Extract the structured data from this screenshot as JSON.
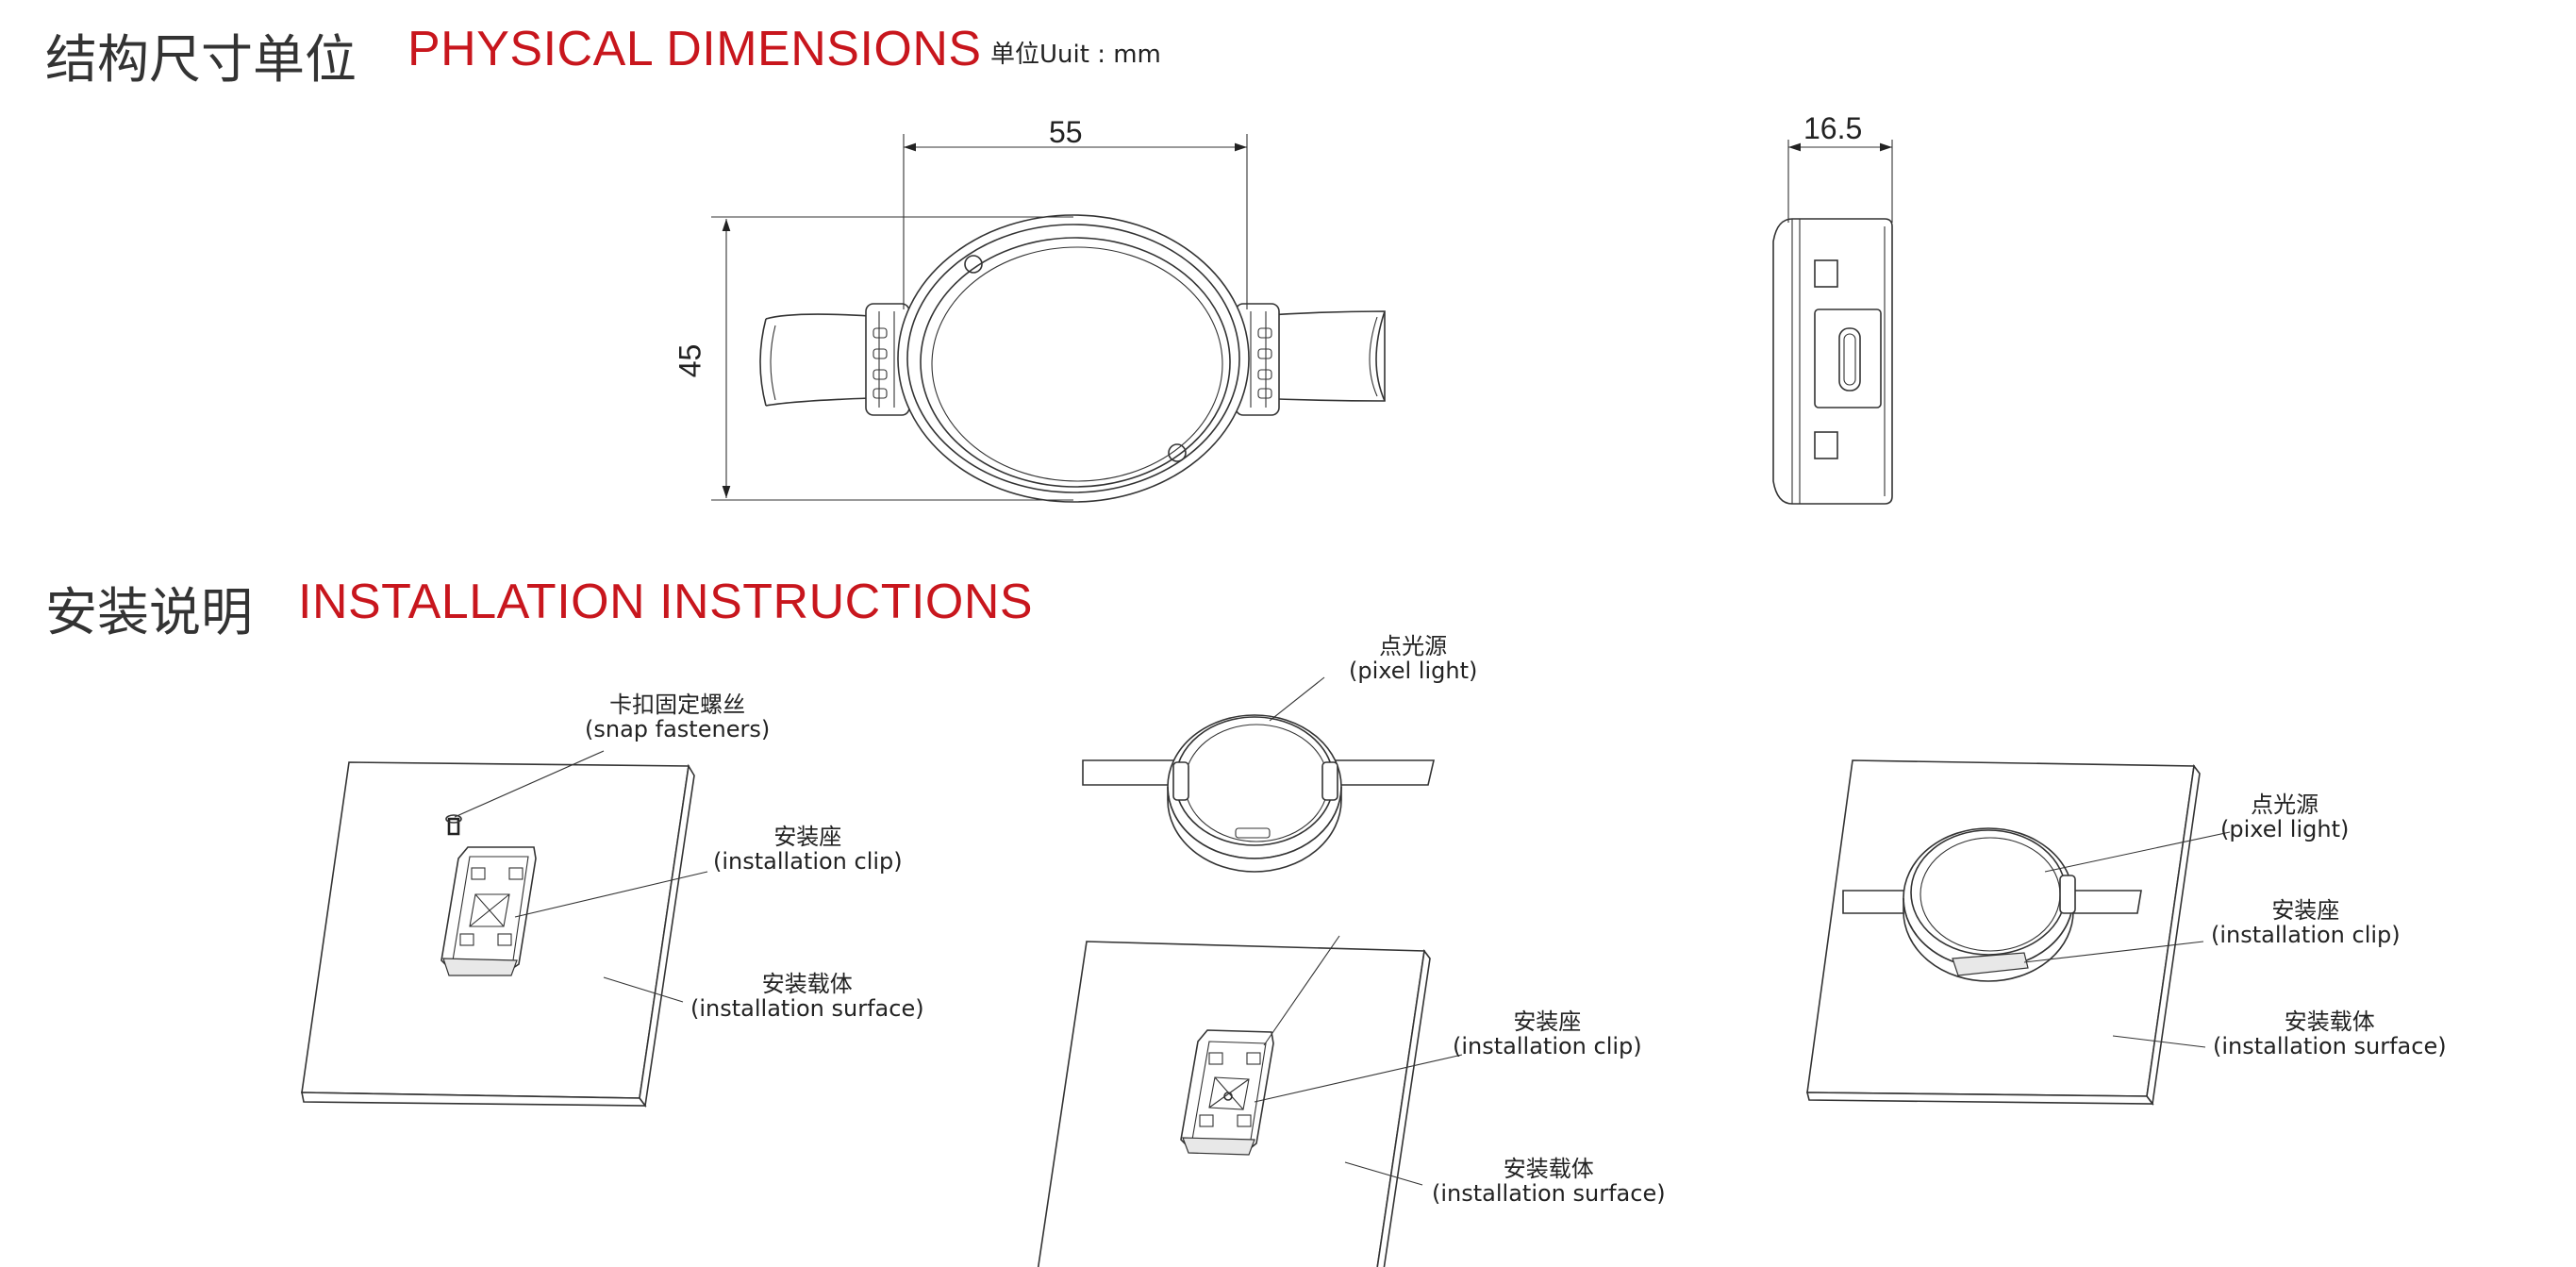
{
  "physical": {
    "title_cn": "结构尺寸单位",
    "title_en": "PHYSICAL DIMENSIONS",
    "unit": "单位Uuit : mm",
    "dims": {
      "width": "55",
      "height": "45",
      "depth": "16.5"
    }
  },
  "installation": {
    "title_cn": "安装说明",
    "title_en": "INSTALLATION INSTRUCTIONS",
    "step1": {
      "fastener_cn": "卡扣固定螺丝",
      "fastener_en": "(snap fasteners)",
      "clip_cn": "安装座",
      "clip_en": "(installation clip)",
      "surface_cn": "安装载体",
      "surface_en": "(installation surface)"
    },
    "step2": {
      "light_cn": "点光源",
      "light_en": "(pixel light)",
      "clip_cn": "安装座",
      "clip_en": "(installation clip)",
      "surface_cn": "安装载体",
      "surface_en": "(installation surface)"
    },
    "step3": {
      "light_cn": "点光源",
      "light_en": "(pixel light)",
      "clip_cn": "安装座",
      "clip_en": "(installation clip)",
      "surface_cn": "安装载体",
      "surface_en": "(installation surface)"
    }
  }
}
